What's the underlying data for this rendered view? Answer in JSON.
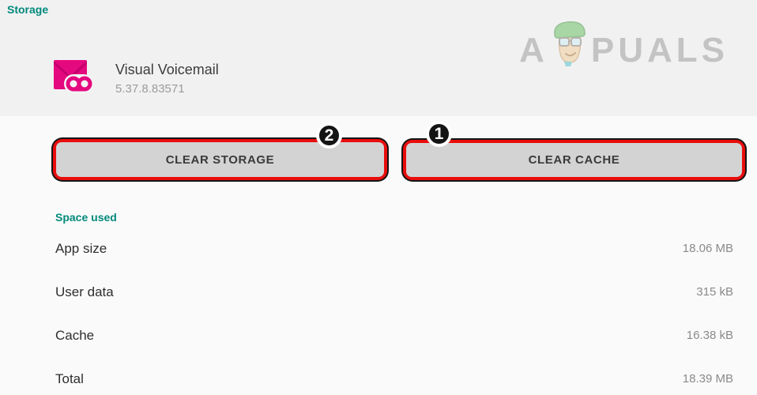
{
  "page": {
    "title": "Storage"
  },
  "header": {
    "app_name": "Visual Voicemail",
    "app_version": "5.37.8.83571"
  },
  "watermark": {
    "prefix": "A",
    "suffix": "PUALS"
  },
  "buttons": {
    "clear_storage_label": "CLEAR STORAGE",
    "clear_cache_label": "CLEAR CACHE"
  },
  "annotations": {
    "storage_badge": "2",
    "cache_badge": "1",
    "highlight_color": "#e90d0d"
  },
  "space_used": {
    "section_title": "Space used",
    "rows": [
      {
        "label": "App size",
        "value": "18.06 MB"
      },
      {
        "label": "User data",
        "value": "315 kB"
      },
      {
        "label": "Cache",
        "value": "16.38 kB"
      },
      {
        "label": "Total",
        "value": "18.39 MB"
      }
    ]
  },
  "colors": {
    "accent_teal": "#00897b",
    "app_icon_magenta": "#e5097f",
    "header_background": "#f1f1f2",
    "body_background": "#fafafa"
  }
}
